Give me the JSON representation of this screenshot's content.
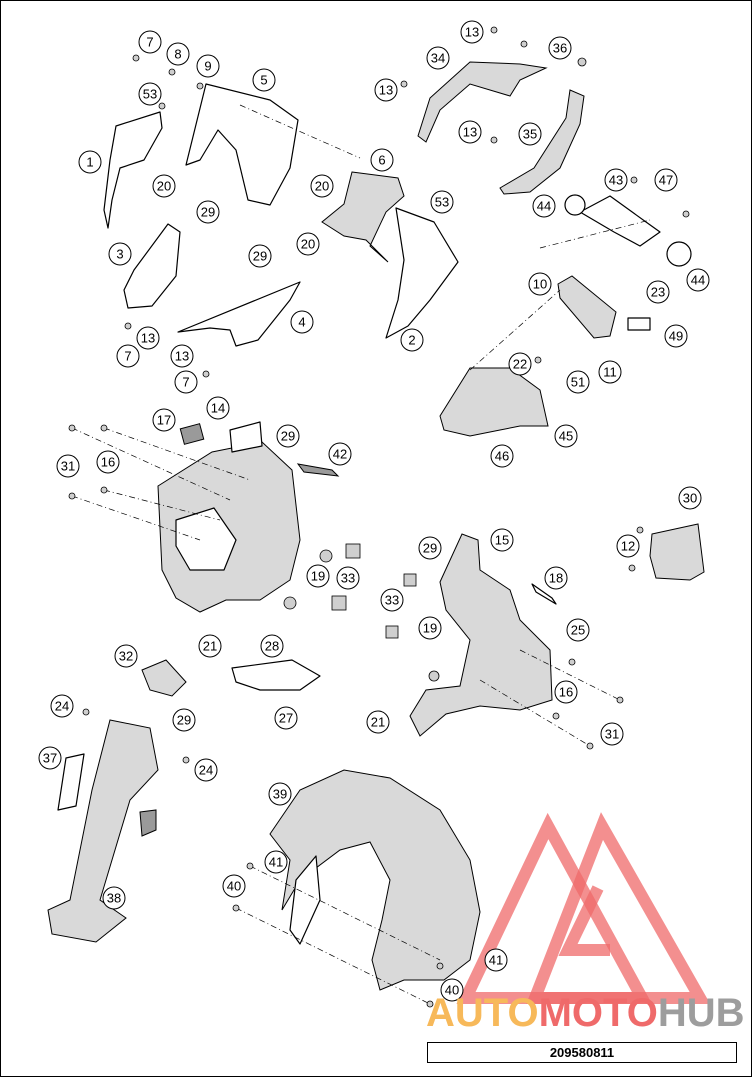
{
  "diagram": {
    "callouts": [
      {
        "id": "c7a",
        "label": "7"
      },
      {
        "id": "c8",
        "label": "8"
      },
      {
        "id": "c9",
        "label": "9"
      },
      {
        "id": "c5",
        "label": "5"
      },
      {
        "id": "c53a",
        "label": "53"
      },
      {
        "id": "c1",
        "label": "1"
      },
      {
        "id": "c20a",
        "label": "20"
      },
      {
        "id": "c29a",
        "label": "29"
      },
      {
        "id": "c3",
        "label": "3"
      },
      {
        "id": "c13a",
        "label": "13"
      },
      {
        "id": "c7b",
        "label": "7"
      },
      {
        "id": "c6",
        "label": "6"
      },
      {
        "id": "c20b",
        "label": "20"
      },
      {
        "id": "c53b",
        "label": "53"
      },
      {
        "id": "c29b",
        "label": "29"
      },
      {
        "id": "c20c",
        "label": "20"
      },
      {
        "id": "c4",
        "label": "4"
      },
      {
        "id": "c13b",
        "label": "13"
      },
      {
        "id": "c7c",
        "label": "7"
      },
      {
        "id": "c2",
        "label": "2"
      },
      {
        "id": "c13c",
        "label": "13"
      },
      {
        "id": "c34",
        "label": "34"
      },
      {
        "id": "c36",
        "label": "36"
      },
      {
        "id": "c13d",
        "label": "13"
      },
      {
        "id": "c13e",
        "label": "13"
      },
      {
        "id": "c35",
        "label": "35"
      },
      {
        "id": "c43",
        "label": "43"
      },
      {
        "id": "c47",
        "label": "47"
      },
      {
        "id": "c44a",
        "label": "44"
      },
      {
        "id": "c44b",
        "label": "44"
      },
      {
        "id": "c10",
        "label": "10"
      },
      {
        "id": "c23",
        "label": "23"
      },
      {
        "id": "c49",
        "label": "49"
      },
      {
        "id": "c22",
        "label": "22"
      },
      {
        "id": "c11",
        "label": "11"
      },
      {
        "id": "c51",
        "label": "51"
      },
      {
        "id": "c45",
        "label": "45"
      },
      {
        "id": "c46",
        "label": "46"
      },
      {
        "id": "c17",
        "label": "17"
      },
      {
        "id": "c14",
        "label": "14"
      },
      {
        "id": "c29c",
        "label": "29"
      },
      {
        "id": "c42",
        "label": "42"
      },
      {
        "id": "c31a",
        "label": "31"
      },
      {
        "id": "c16a",
        "label": "16"
      },
      {
        "id": "c19a",
        "label": "19"
      },
      {
        "id": "c33a",
        "label": "33"
      },
      {
        "id": "c21a",
        "label": "21"
      },
      {
        "id": "c30",
        "label": "30"
      },
      {
        "id": "c12",
        "label": "12"
      },
      {
        "id": "c15",
        "label": "15"
      },
      {
        "id": "c29d",
        "label": "29"
      },
      {
        "id": "c18",
        "label": "18"
      },
      {
        "id": "c33b",
        "label": "33"
      },
      {
        "id": "c19b",
        "label": "19"
      },
      {
        "id": "c25",
        "label": "25"
      },
      {
        "id": "c16b",
        "label": "16"
      },
      {
        "id": "c31b",
        "label": "31"
      },
      {
        "id": "c21b",
        "label": "21"
      },
      {
        "id": "c32",
        "label": "32"
      },
      {
        "id": "c28",
        "label": "28"
      },
      {
        "id": "c24a",
        "label": "24"
      },
      {
        "id": "c29e",
        "label": "29"
      },
      {
        "id": "c27",
        "label": "27"
      },
      {
        "id": "c37",
        "label": "37"
      },
      {
        "id": "c24b",
        "label": "24"
      },
      {
        "id": "c38",
        "label": "38"
      },
      {
        "id": "c39",
        "label": "39"
      },
      {
        "id": "c41a",
        "label": "41"
      },
      {
        "id": "c40a",
        "label": "40"
      },
      {
        "id": "c41b",
        "label": "41"
      },
      {
        "id": "c40b",
        "label": "40"
      }
    ]
  },
  "watermark": {
    "text_part1": "AUTO",
    "text_part2": "MOTO",
    "text_part3": "HUB",
    "color_orange": "#f7b95a",
    "color_red": "#ef6a6a",
    "color_gray": "#9d9d9d"
  },
  "document": {
    "number": "209580811"
  }
}
